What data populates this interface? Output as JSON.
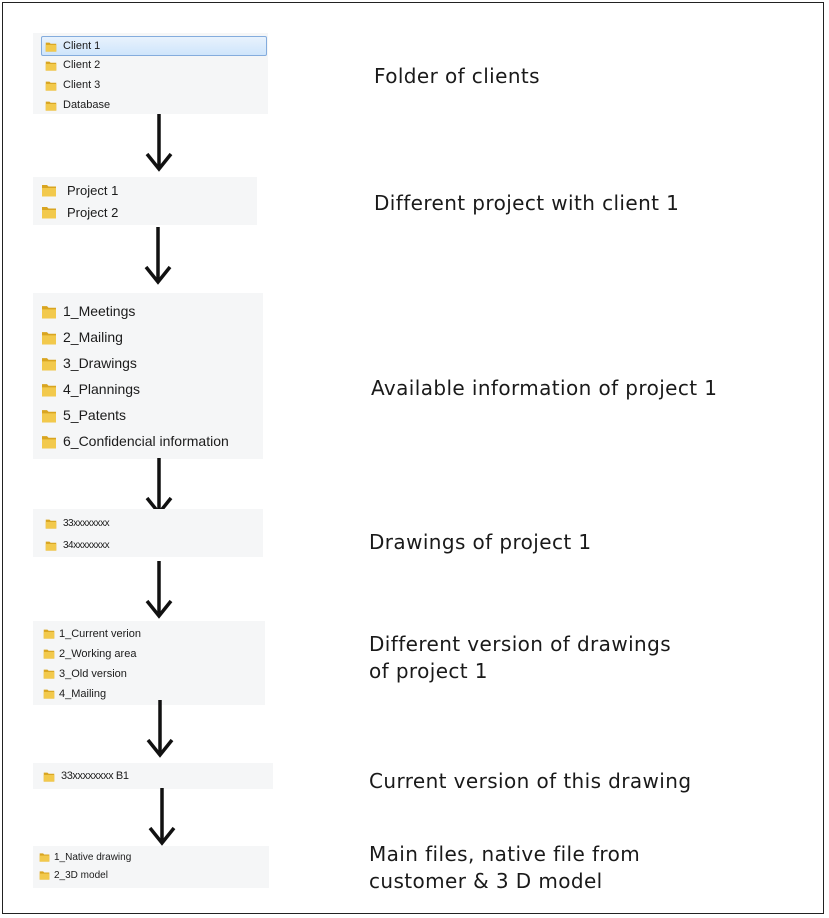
{
  "steps": [
    {
      "items": [
        "Client 1",
        "Client 2",
        "Client 3",
        "Database"
      ],
      "selected": 0,
      "description": [
        "Folder of clients"
      ]
    },
    {
      "items": [
        "Project 1",
        "Project 2"
      ],
      "description": [
        "Different  project with client 1"
      ]
    },
    {
      "items": [
        "1_Meetings",
        "2_Mailing",
        "3_Drawings",
        "4_Plannings",
        "5_Patents",
        "6_Confidencial information"
      ],
      "description": [
        "Available information of project 1"
      ]
    },
    {
      "items": [
        "33xxxxxxxx",
        "34xxxxxxxx"
      ],
      "description": [
        "Drawings of project 1"
      ]
    },
    {
      "items": [
        "1_Current verion",
        "2_Working area",
        "3_Old version",
        "4_Mailing"
      ],
      "description": [
        "Different  version of  drawings",
        "of project 1"
      ]
    },
    {
      "items": [
        "33xxxxxxxx B1"
      ],
      "description": [
        "Current version of this drawing"
      ]
    },
    {
      "items": [
        "1_Native drawing",
        "2_3D model"
      ],
      "description": [
        "Main files, native file  from",
        "customer & 3 D model"
      ]
    }
  ],
  "colors": {
    "folder_front": "#f2c94c",
    "folder_back": "#d9a521",
    "selection": "#cfe5fb",
    "selection_border": "#84acdd",
    "arrow": "#111111"
  },
  "icons": {
    "folder": "folder-icon",
    "arrow": "arrow-down-icon"
  }
}
